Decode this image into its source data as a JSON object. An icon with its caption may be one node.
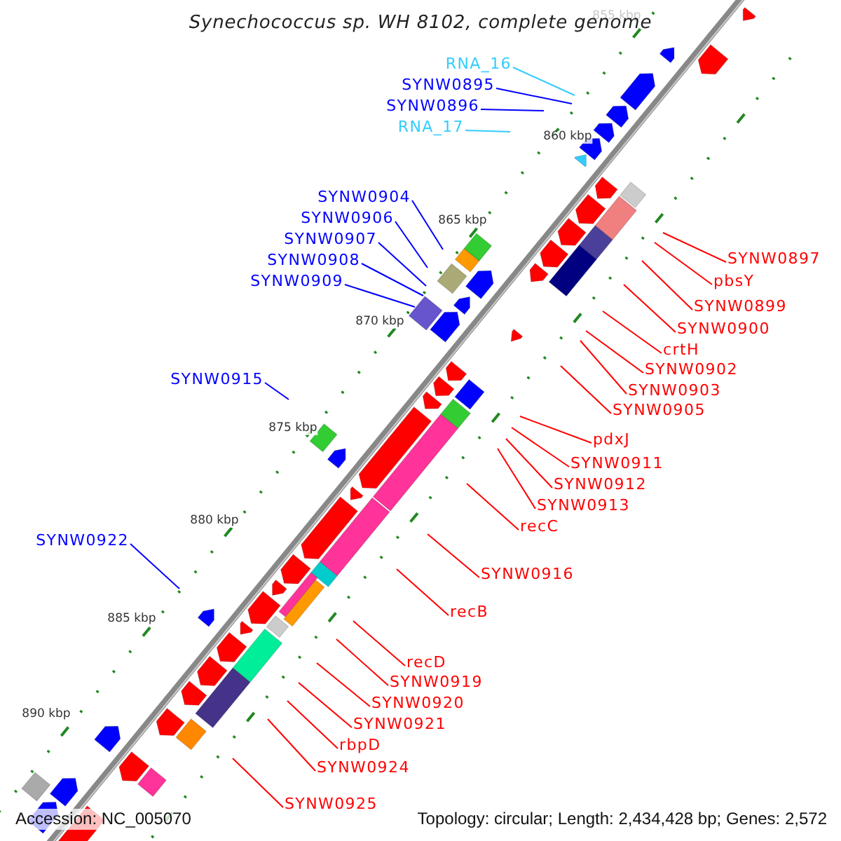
{
  "diagram": {
    "title": "Synechococcus sp. WH 8102, complete genome",
    "nodes": [
      {
        "text": [
          "RNA_16"
        ]
      },
      {
        "text": [
          "SYNW0895"
        ]
      },
      {
        "text": [
          "SYNW0896"
        ]
      },
      {
        "text": [
          "RNA_17"
        ]
      },
      {
        "text": [
          "SYNW0904"
        ]
      },
      {
        "text": [
          "SYNW0906"
        ]
      },
      {
        "text": [
          "SYNW0907"
        ]
      },
      {
        "text": [
          "SYNW0908"
        ]
      },
      {
        "text": [
          "SYNW0909"
        ]
      },
      {
        "text": [
          "SYNW0915"
        ]
      },
      {
        "text": [
          "SYNW0922"
        ]
      },
      {
        "text": [
          "SYNW0897"
        ]
      },
      {
        "text": [
          "pbsY"
        ]
      },
      {
        "text": [
          "SYNW0899"
        ]
      },
      {
        "text": [
          "SYNW0900"
        ]
      },
      {
        "text": [
          "crtH"
        ]
      },
      {
        "text": [
          "SYNW0902"
        ]
      },
      {
        "text": [
          "SYNW0903"
        ]
      },
      {
        "text": [
          "SYNW0905"
        ]
      },
      {
        "text": [
          "pdxJ"
        ]
      },
      {
        "text": [
          "SYNW0911"
        ]
      },
      {
        "text": [
          "SYNW0912"
        ]
      },
      {
        "text": [
          "SYNW0913"
        ]
      },
      {
        "text": [
          "recC"
        ]
      },
      {
        "text": [
          "SYNW0916"
        ]
      },
      {
        "text": [
          "recB"
        ]
      },
      {
        "text": [
          "recD"
        ]
      },
      {
        "text": [
          "SYNW0919"
        ]
      },
      {
        "text": [
          "SYNW0920"
        ]
      },
      {
        "text": [
          "SYNW0921"
        ]
      },
      {
        "text": [
          "rbpD"
        ]
      },
      {
        "text": [
          "SYNW0924"
        ]
      },
      {
        "text": [
          "SYNW0925"
        ]
      }
    ],
    "edges": [
      {
        "from": 0,
        "to": null,
        "arrow": "none",
        "color": "#33ccff"
      },
      {
        "from": 1,
        "to": null,
        "arrow": "none",
        "color": "#0000ff"
      },
      {
        "from": 2,
        "to": null,
        "arrow": "none",
        "color": "#0000ff"
      },
      {
        "from": 3,
        "to": null,
        "arrow": "none",
        "color": "#33ccff"
      },
      {
        "from": 4,
        "to": null,
        "arrow": "none",
        "color": "#0000ff"
      },
      {
        "from": 5,
        "to": null,
        "arrow": "none",
        "color": "#0000ff"
      },
      {
        "from": 6,
        "to": null,
        "arrow": "none",
        "color": "#0000ff"
      },
      {
        "from": 7,
        "to": null,
        "arrow": "none",
        "color": "#0000ff"
      },
      {
        "from": 8,
        "to": null,
        "arrow": "none",
        "color": "#0000ff"
      },
      {
        "from": 9,
        "to": null,
        "arrow": "none",
        "color": "#0000ff"
      },
      {
        "from": 10,
        "to": null,
        "arrow": "none",
        "color": "#0000ff"
      },
      {
        "from": 11,
        "to": null,
        "arrow": "none"
      },
      {
        "from": 12,
        "to": null,
        "arrow": "none"
      },
      {
        "from": 13,
        "to": null,
        "arrow": "none"
      },
      {
        "from": 14,
        "to": null,
        "arrow": "none"
      },
      {
        "from": 15,
        "to": null,
        "arrow": "none"
      },
      {
        "from": 16,
        "to": null,
        "arrow": "none"
      },
      {
        "from": 17,
        "to": null,
        "arrow": "none"
      },
      {
        "from": 18,
        "to": null,
        "arrow": "none"
      },
      {
        "from": 19,
        "to": null,
        "arrow": "none"
      },
      {
        "from": 20,
        "to": null,
        "arrow": "none"
      },
      {
        "from": 21,
        "to": null,
        "arrow": "none"
      },
      {
        "from": 22,
        "to": null,
        "arrow": "none"
      },
      {
        "from": 23,
        "to": null,
        "arrow": "none"
      },
      {
        "from": 24,
        "to": null,
        "arrow": "none"
      },
      {
        "from": 25,
        "to": null,
        "arrow": "none"
      },
      {
        "from": 26,
        "to": null,
        "arrow": "none"
      },
      {
        "from": 27,
        "to": null,
        "arrow": "none"
      },
      {
        "from": 28,
        "to": null,
        "arrow": "none"
      },
      {
        "from": 29,
        "to": null,
        "arrow": "none"
      },
      {
        "from": 30,
        "to": null,
        "arrow": "none"
      },
      {
        "from": 31,
        "to": null,
        "arrow": "none"
      },
      {
        "from": 32,
        "to": null,
        "arrow": "none"
      }
    ],
    "labels": [
      "855 kbp",
      "860 kbp",
      "865 kbp",
      "870 kbp",
      "875 kbp",
      "880 kbp",
      "885 kbp",
      "890 kbp",
      "Accession: NC_005070",
      "Topology: circular; Length: 2,434,428 bp; Genes: 2,572"
    ]
  }
}
